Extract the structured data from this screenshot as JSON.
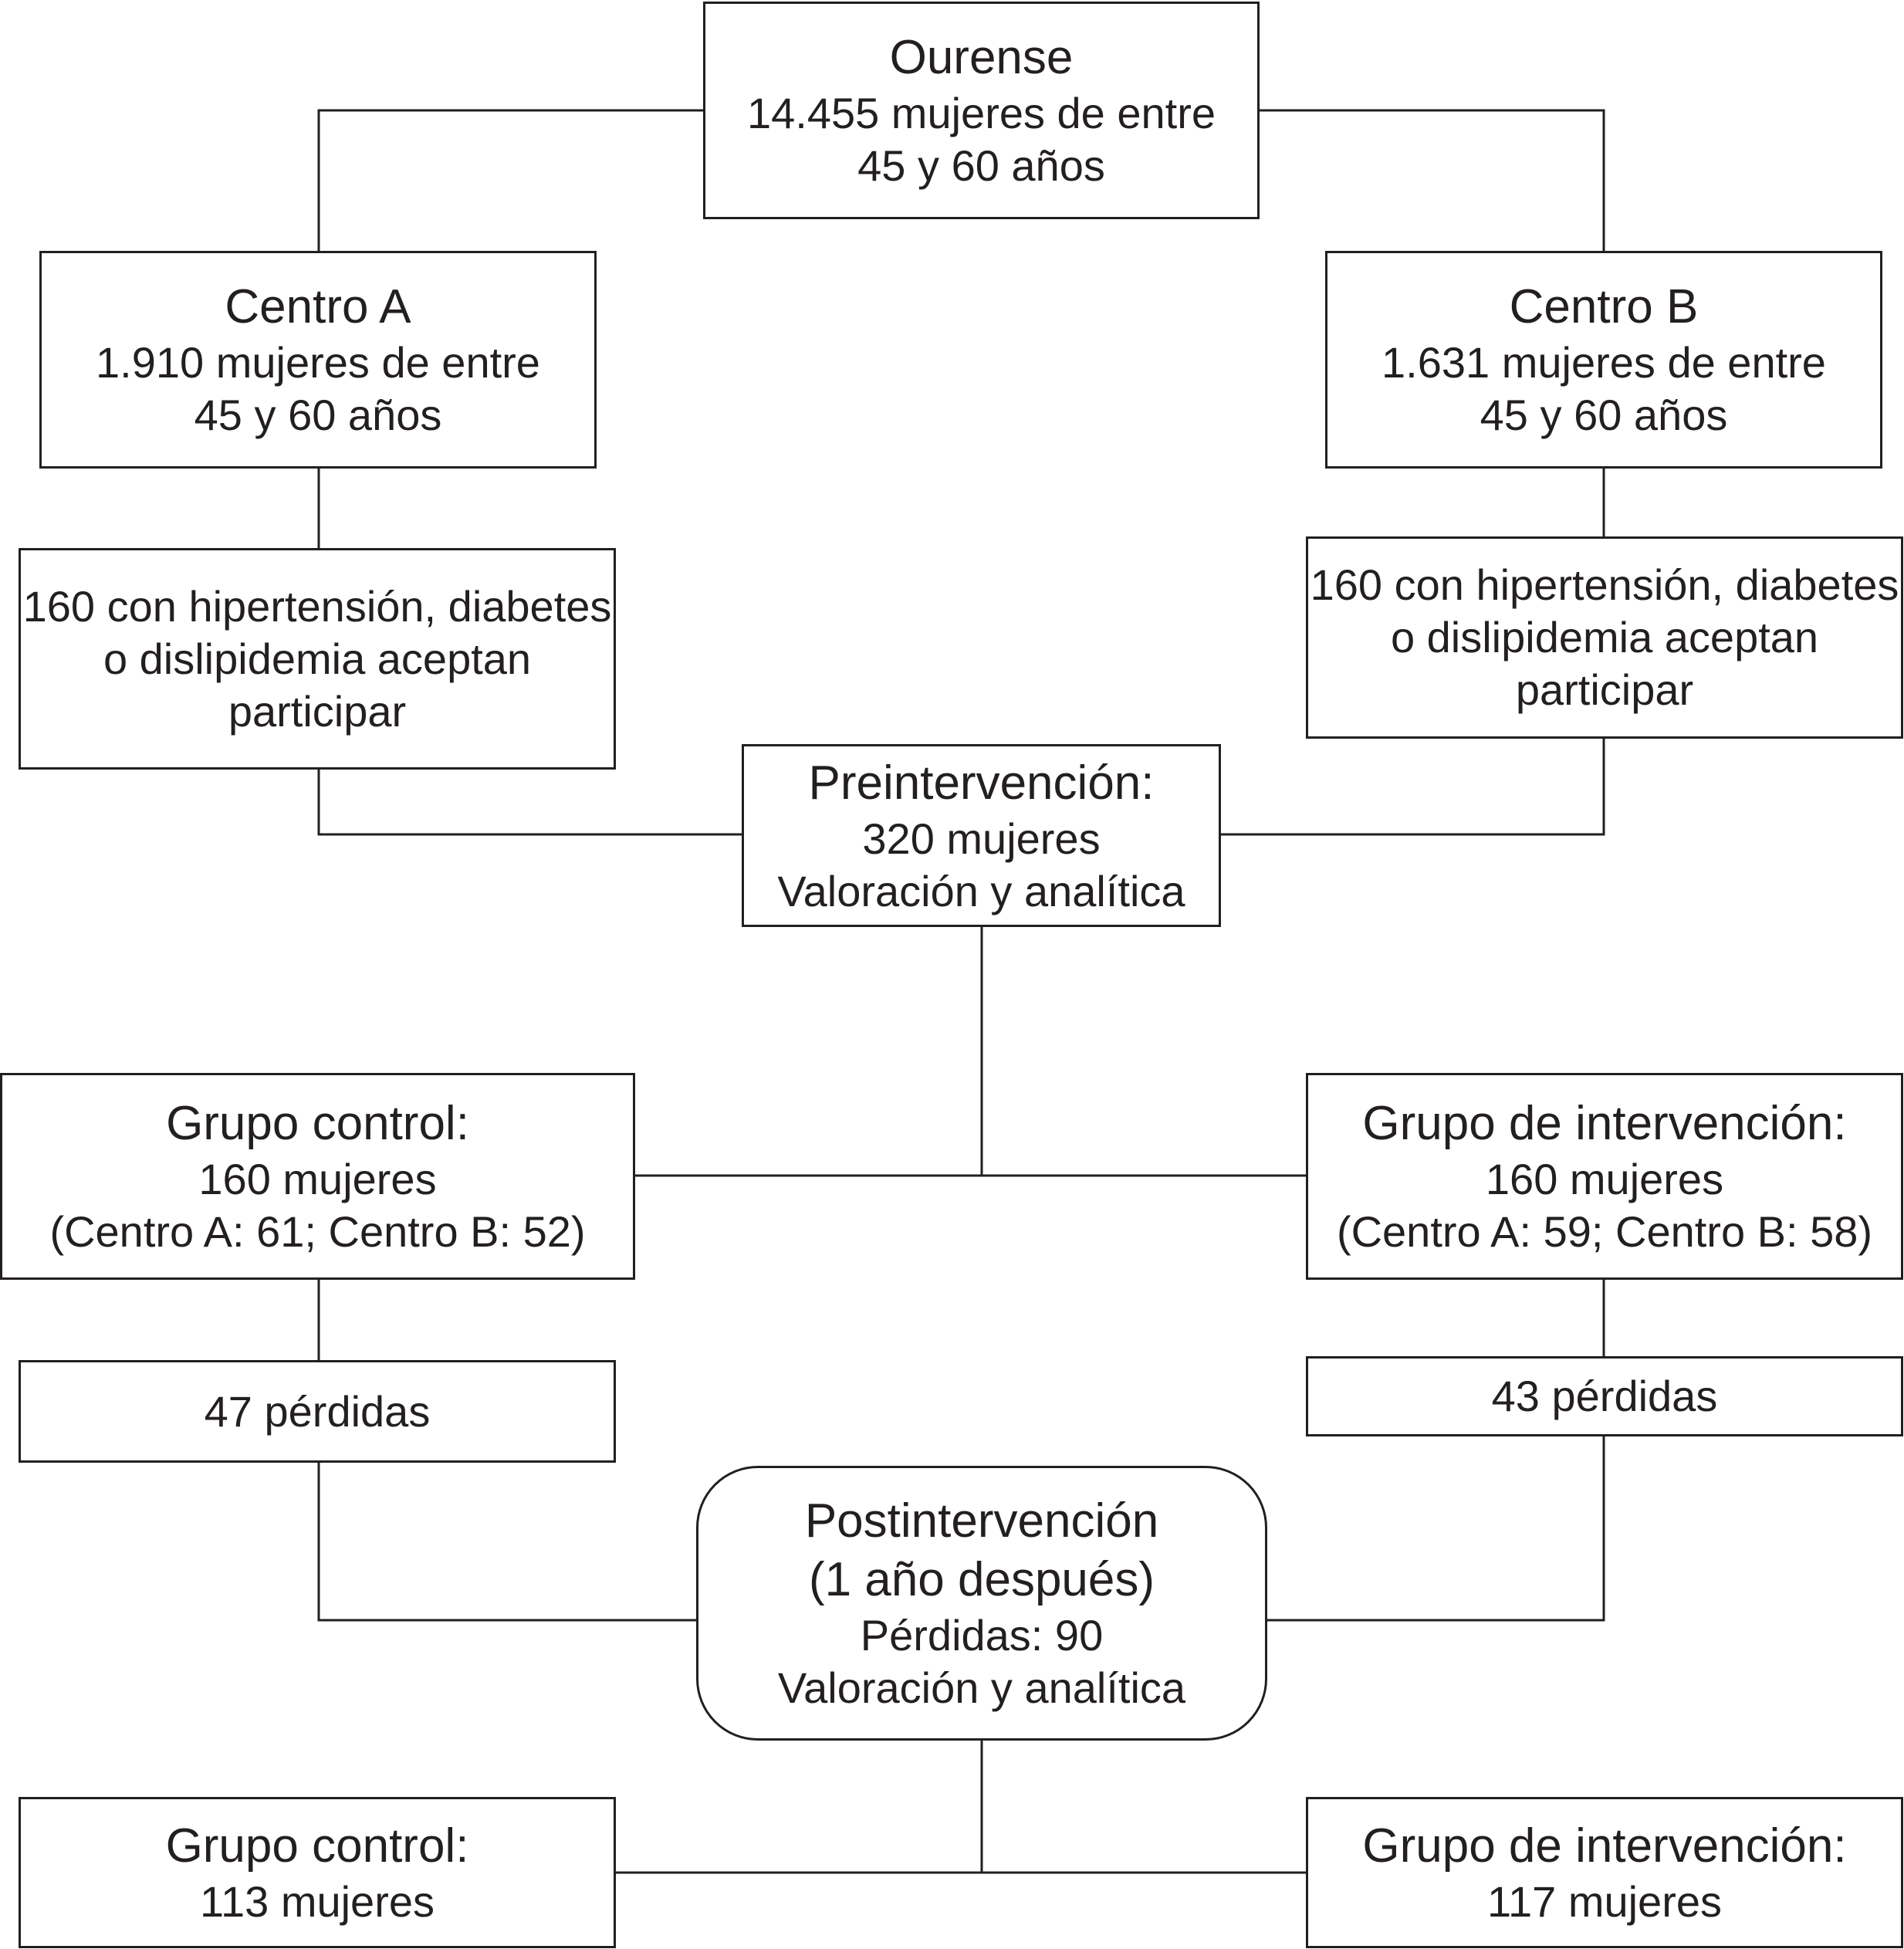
{
  "nodes": {
    "ourense": {
      "lines": [
        "Ourense",
        "14.455 mujeres de entre",
        "45 y 60 años"
      ]
    },
    "centro_a": {
      "lines": [
        "Centro A",
        "1.910 mujeres de entre",
        "45 y 60 años"
      ]
    },
    "centro_b": {
      "lines": [
        "Centro B",
        "1.631 mujeres de entre",
        "45 y 60 años"
      ]
    },
    "aceptan_a": {
      "lines": [
        "160 con hipertensión, diabetes",
        "o dislipidemia aceptan",
        "participar"
      ]
    },
    "aceptan_b": {
      "lines": [
        "160 con hipertensión, diabetes",
        "o dislipidemia aceptan",
        "participar"
      ]
    },
    "preintervencion": {
      "lines": [
        "Preintervención:",
        "320 mujeres",
        "Valoración y analítica"
      ]
    },
    "grupo_control_pre": {
      "lines": [
        "Grupo control:",
        "160 mujeres",
        "(Centro A: 61; Centro B: 52)"
      ]
    },
    "grupo_intervencion_pre": {
      "lines": [
        "Grupo de intervención:",
        "160 mujeres",
        "(Centro A: 59; Centro B: 58)"
      ]
    },
    "perdidas_control": {
      "lines": [
        "47 pérdidas"
      ]
    },
    "perdidas_intervencion": {
      "lines": [
        "43 pérdidas"
      ]
    },
    "postintervencion": {
      "lines": [
        "Postintervención",
        "(1 año después)",
        "Pérdidas: 90",
        "Valoración y analítica"
      ]
    },
    "grupo_control_post": {
      "lines": [
        "Grupo control:",
        "113 mujeres"
      ]
    },
    "grupo_intervencion_post": {
      "lines": [
        "Grupo de intervención:",
        "117 mujeres"
      ]
    }
  },
  "colors": {
    "stroke": "#231f20",
    "background": "#ffffff"
  }
}
